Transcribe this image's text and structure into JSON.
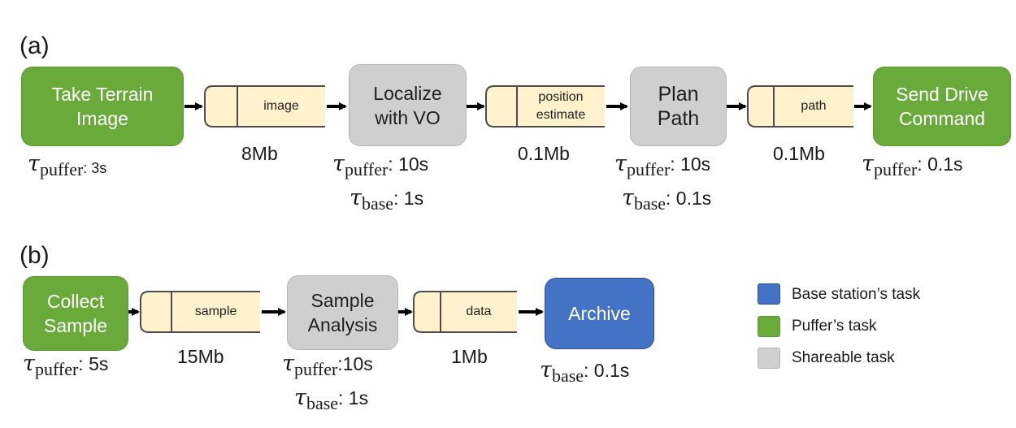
{
  "part_a": {
    "label": "(a)",
    "tasks": {
      "take_image": "Take Terrain Image",
      "localize": "Localize with VO",
      "plan": "Plan Path",
      "send": "Send Drive Command"
    },
    "buffers": {
      "image": "image",
      "position": "position estimate",
      "path": "path"
    },
    "sizes": {
      "image": "8Mb",
      "position": "0.1Mb",
      "path": "0.1Mb"
    },
    "latencies": {
      "take_image_puffer": ": 3s",
      "localize_puffer": ": 10s",
      "localize_base": ": 1s",
      "plan_puffer": ": 10s",
      "plan_base": ": 0.1s",
      "send_puffer": ": 0.1s"
    }
  },
  "part_b": {
    "label": "(b)",
    "tasks": {
      "collect": "Collect Sample",
      "analysis": "Sample Analysis",
      "archive": "Archive"
    },
    "buffers": {
      "sample": "sample",
      "data": "data"
    },
    "sizes": {
      "sample": "15Mb",
      "data": "1Mb"
    },
    "latencies": {
      "collect_puffer": ": 5s",
      "analysis_puffer": ":10s",
      "analysis_base": ": 1s",
      "archive_base": ": 0.1s"
    }
  },
  "symbols": {
    "tau": "τ",
    "puffer": "puffer",
    "base": "base"
  },
  "legend": {
    "base_task": "Base station’s task",
    "puffer_task": "Puffer’s task",
    "shareable_task": "Shareable task"
  },
  "colors": {
    "puffer_task": "#6aaa3a",
    "shareable_task": "#cfcfcf",
    "base_task": "#4472c4",
    "buffer_fill": "#fff2cc",
    "buffer_stroke": "#4d4d4d"
  }
}
